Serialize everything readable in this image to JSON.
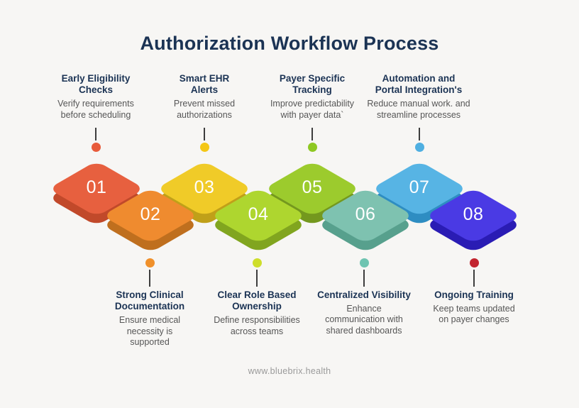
{
  "background_color": "#f7f6f4",
  "header": {
    "title": "Authorization Workflow Process",
    "title_color": "#1b3354"
  },
  "footer": {
    "website": "www.bluebrix.health"
  },
  "steps": [
    {
      "number": "01",
      "position": "top",
      "label": "Early Eligibility\nChecks",
      "desc": "Verify requirements\nbefore scheduling",
      "face_color": "#e7603f",
      "side_color": "#c1492a",
      "dot_color": "#e85b3b"
    },
    {
      "number": "02",
      "position": "bottom",
      "label": "Strong Clinical\nDocumentation",
      "desc": "Ensure medical\nnecessity is\nsupported",
      "face_color": "#ef8b2f",
      "side_color": "#bf6f1e",
      "dot_color": "#f0902a"
    },
    {
      "number": "03",
      "position": "top",
      "label": "Smart EHR\nAlerts",
      "desc": "Prevent missed\nauthorizations",
      "face_color": "#f0cb28",
      "side_color": "#c0a019",
      "dot_color": "#f4c716"
    },
    {
      "number": "04",
      "position": "bottom",
      "label": "Clear Role Based\nOwnership",
      "desc": "Define responsibilities\nacross teams",
      "face_color": "#aed62f",
      "side_color": "#81a51f",
      "dot_color": "#cede2b"
    },
    {
      "number": "05",
      "position": "top",
      "label": "Payer Specific\nTracking",
      "desc": "Improve predictability\nwith payer data`",
      "face_color": "#9ccb2d",
      "side_color": "#74981e",
      "dot_color": "#8ec822"
    },
    {
      "number": "06",
      "position": "bottom",
      "label": "Centralized Visibility",
      "desc": "Enhance\ncommunication with\nshared dashboards",
      "face_color": "#7ec2b0",
      "side_color": "#57a08d",
      "dot_color": "#6fc4b1"
    },
    {
      "number": "07",
      "position": "top",
      "label": "Automation and\nPortal Integration's",
      "desc": "Reduce manual work. and\nstreamline processes",
      "face_color": "#57b4e4",
      "side_color": "#2e8dc2",
      "dot_color": "#4fafe1"
    },
    {
      "number": "08",
      "position": "bottom",
      "label": "Ongoing Training",
      "desc": "Keep teams updated\non payer changes",
      "face_color": "#4a3ae4",
      "side_color": "#2a1cb4",
      "dot_color": "#c2242f"
    }
  ]
}
